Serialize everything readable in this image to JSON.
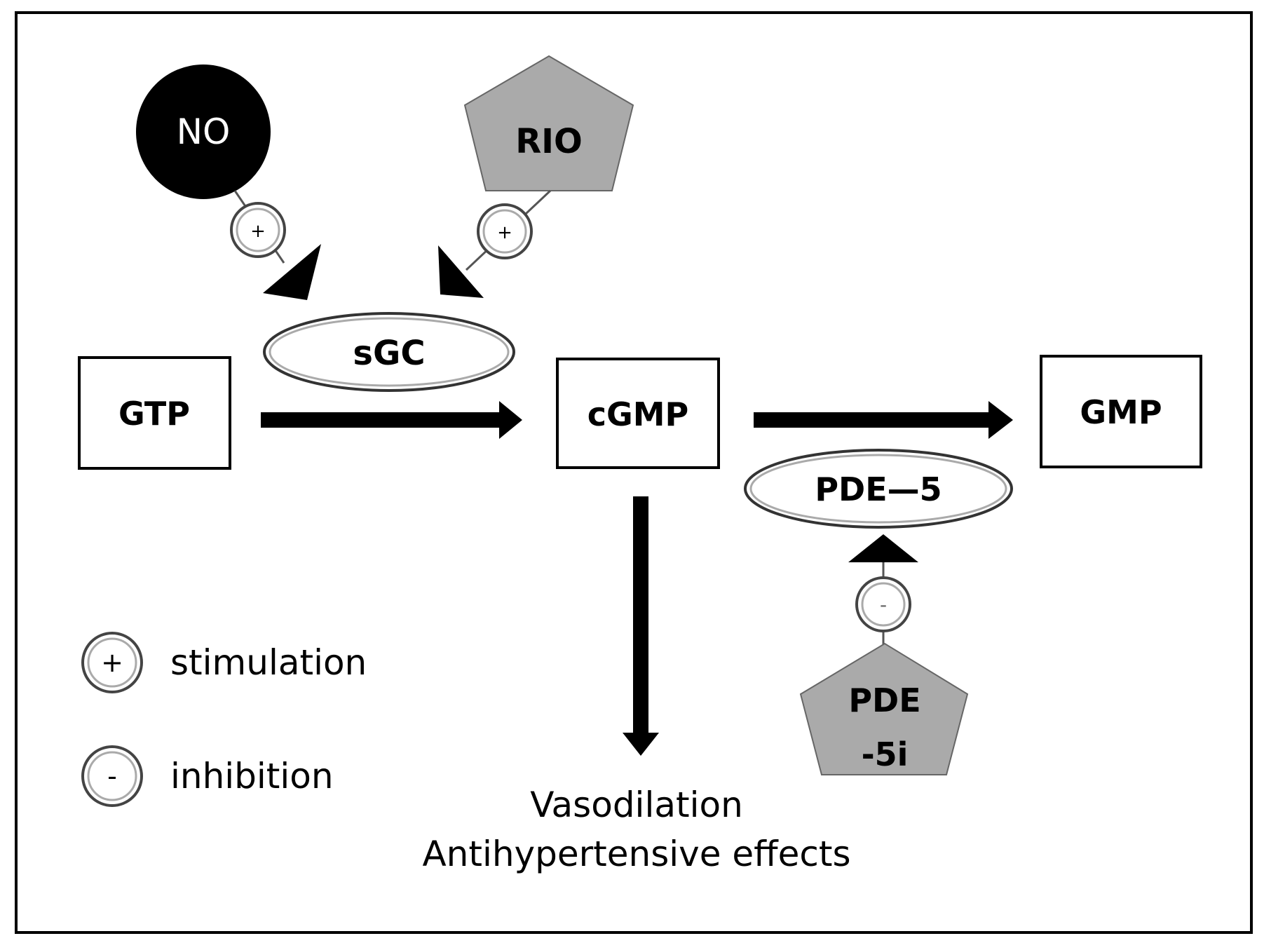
{
  "nodes": {
    "no": "NO",
    "rio": "RIO",
    "sgc": "sGC",
    "gtp": "GTP",
    "cgmp": "cGMP",
    "gmp": "GMP",
    "pde5": "PDE—5",
    "pde5i_line1": "PDE",
    "pde5i_line2": "-5i"
  },
  "signs": {
    "plus": "+",
    "minus": "-"
  },
  "legend": {
    "stimulation_symbol": "+",
    "stimulation_label": "stimulation",
    "inhibition_symbol": "-",
    "inhibition_label": "inhibition"
  },
  "effects": {
    "line1": "Vasodilation",
    "line2": "Antihypertensive effects"
  },
  "colors": {
    "ink": "#000000",
    "pentagon_fill": "#aaaaaa",
    "ring_outer": "#444444",
    "ring_inner": "#aaaaaa",
    "background": "#ffffff"
  }
}
